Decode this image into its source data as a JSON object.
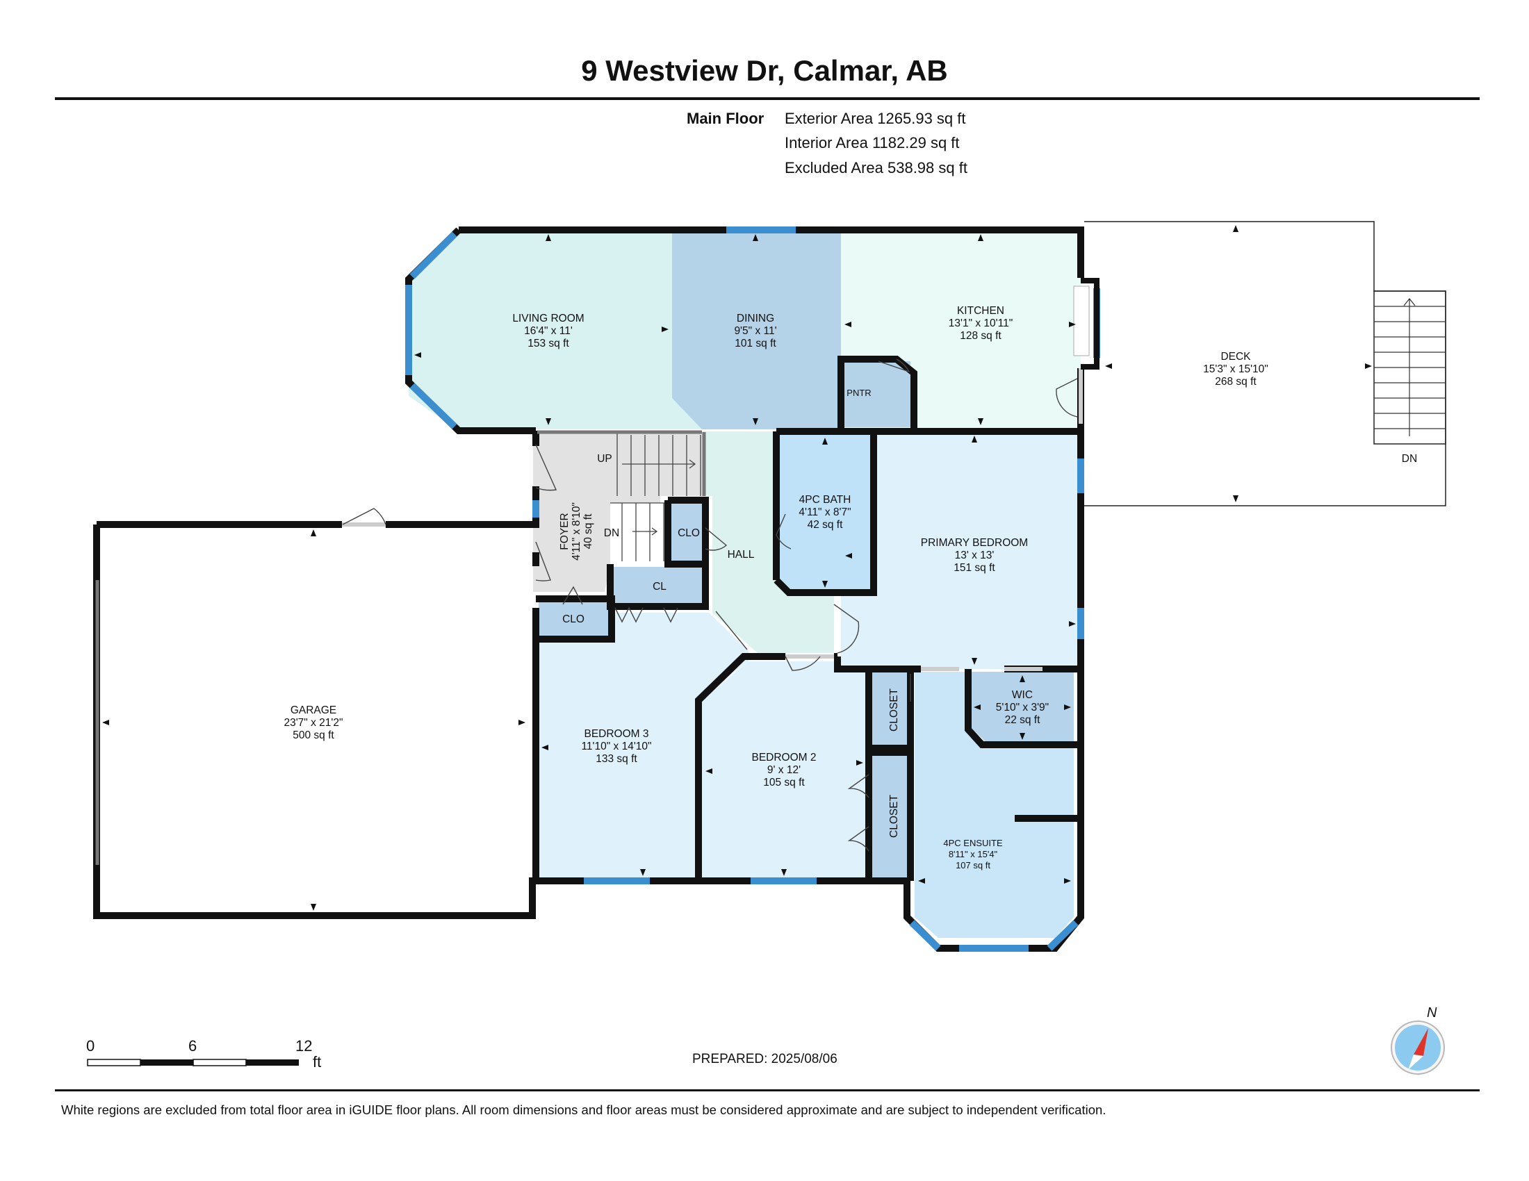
{
  "title": "9 Westview Dr, Calmar, AB",
  "floor_summary": {
    "floor_name": "Main Floor",
    "lines": [
      "Exterior Area 1265.93 sq ft",
      "Interior Area 1182.29 sq ft",
      "Excluded Area 538.98 sq ft"
    ]
  },
  "rooms": {
    "living": {
      "name": "LIVING ROOM",
      "dims": "16'4\" x 11'",
      "area": "153 sq ft"
    },
    "dining": {
      "name": "DINING",
      "dims": "9'5\" x 11'",
      "area": "101 sq ft"
    },
    "kitchen": {
      "name": "KITCHEN",
      "dims": "13'1\" x 10'11\"",
      "area": "128 sq ft"
    },
    "deck": {
      "name": "DECK",
      "dims": "15'3\" x 15'10\"",
      "area": "268 sq ft"
    },
    "foyer": {
      "name": "FOYER",
      "dims": "4'11\" x 8'10\"",
      "area": "40 sq ft"
    },
    "bath": {
      "name": "4PC BATH",
      "dims": "4'11\" x 8'7\"",
      "area": "42 sq ft"
    },
    "primary": {
      "name": "PRIMARY BEDROOM",
      "dims": "13' x 13'",
      "area": "151 sq ft"
    },
    "garage": {
      "name": "GARAGE",
      "dims": "23'7\" x 21'2\"",
      "area": "500 sq ft"
    },
    "bed3": {
      "name": "BEDROOM 3",
      "dims": "11'10\" x 14'10\"",
      "area": "133 sq ft"
    },
    "bed2": {
      "name": "BEDROOM 2",
      "dims": "9' x 12'",
      "area": "105 sq ft"
    },
    "wic": {
      "name": "WIC",
      "dims": "5'10\" x 3'9\"",
      "area": "22 sq ft"
    },
    "ensuite": {
      "name": "4PC ENSUITE",
      "dims": "8'11\" x 15'4\"",
      "area": "107 sq ft"
    }
  },
  "labels": {
    "pntr": "PNTR",
    "hall": "HALL",
    "clo_top": "CLO",
    "clo_bottom": "CLO",
    "cl": "CL",
    "closet_upper": "CLOSET",
    "closet_lower": "CLOSET",
    "stairs_up": "UP",
    "stairs_down": "DN",
    "deck_stairs_down": "DN"
  },
  "scale": {
    "ticks": [
      "0",
      "6",
      "12"
    ],
    "unit": "ft"
  },
  "prepared": "PREPARED: 2025/08/06",
  "compass": {
    "label": "N"
  },
  "footnote": "White regions are excluded from total floor area in iGUIDE floor plans. All room dimensions and floor areas must be considered approximate and are subject to independent verification.",
  "colors": {
    "wall": "#111111",
    "window": "#3b8fd0",
    "living": "#d8f1f1",
    "dining": "#b5d3e8",
    "kitchen": "#eafaf7",
    "hall": "#dbf2ee",
    "foyer": "#e2e2e2",
    "bedroom": "#dff2fb",
    "bath": "#bfe2f8",
    "ensuite": "#c8e6f8",
    "closet": "#b5d3ea",
    "compass_red": "#e0342a",
    "compass_blue": "#8ccaf0"
  }
}
